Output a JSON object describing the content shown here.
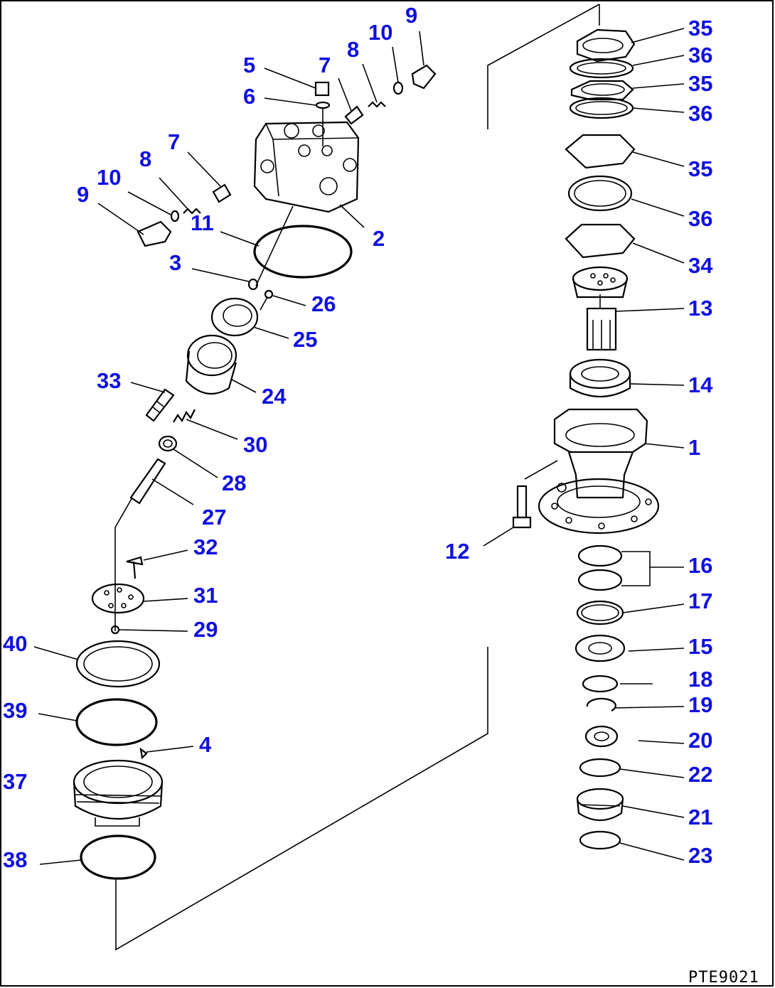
{
  "drawing_code": "PTE9021",
  "callouts": [
    {
      "id": "c35a",
      "text": "35"
    },
    {
      "id": "c36a",
      "text": "36"
    },
    {
      "id": "c35b",
      "text": "35"
    },
    {
      "id": "c36b",
      "text": "36"
    },
    {
      "id": "c35c",
      "text": "35"
    },
    {
      "id": "c36c",
      "text": "36"
    },
    {
      "id": "c34",
      "text": "34"
    },
    {
      "id": "c13",
      "text": "13"
    },
    {
      "id": "c14",
      "text": "14"
    },
    {
      "id": "c1",
      "text": "1"
    },
    {
      "id": "c12",
      "text": "12"
    },
    {
      "id": "c16",
      "text": "16"
    },
    {
      "id": "c17",
      "text": "17"
    },
    {
      "id": "c15",
      "text": "15"
    },
    {
      "id": "c18",
      "text": "18"
    },
    {
      "id": "c19",
      "text": "19"
    },
    {
      "id": "c20",
      "text": "20"
    },
    {
      "id": "c22",
      "text": "22"
    },
    {
      "id": "c21",
      "text": "21"
    },
    {
      "id": "c23",
      "text": "23"
    },
    {
      "id": "c9a",
      "text": "9"
    },
    {
      "id": "c10a",
      "text": "10"
    },
    {
      "id": "c8a",
      "text": "8"
    },
    {
      "id": "c7a",
      "text": "7"
    },
    {
      "id": "c5",
      "text": "5"
    },
    {
      "id": "c6",
      "text": "6"
    },
    {
      "id": "c7b",
      "text": "7"
    },
    {
      "id": "c8b",
      "text": "8"
    },
    {
      "id": "c10b",
      "text": "10"
    },
    {
      "id": "c9b",
      "text": "9"
    },
    {
      "id": "c11",
      "text": "11"
    },
    {
      "id": "c2",
      "text": "2"
    },
    {
      "id": "c3",
      "text": "3"
    },
    {
      "id": "c26",
      "text": "26"
    },
    {
      "id": "c25",
      "text": "25"
    },
    {
      "id": "c33",
      "text": "33"
    },
    {
      "id": "c24",
      "text": "24"
    },
    {
      "id": "c30",
      "text": "30"
    },
    {
      "id": "c28",
      "text": "28"
    },
    {
      "id": "c27",
      "text": "27"
    },
    {
      "id": "c32",
      "text": "32"
    },
    {
      "id": "c31",
      "text": "31"
    },
    {
      "id": "c29",
      "text": "29"
    },
    {
      "id": "c40",
      "text": "40"
    },
    {
      "id": "c39",
      "text": "39"
    },
    {
      "id": "c4",
      "text": "4"
    },
    {
      "id": "c37",
      "text": "37"
    },
    {
      "id": "c38",
      "text": "38"
    }
  ],
  "colors": {
    "callout": "#1010e0",
    "line": "#000000",
    "background": "#ffffff"
  }
}
